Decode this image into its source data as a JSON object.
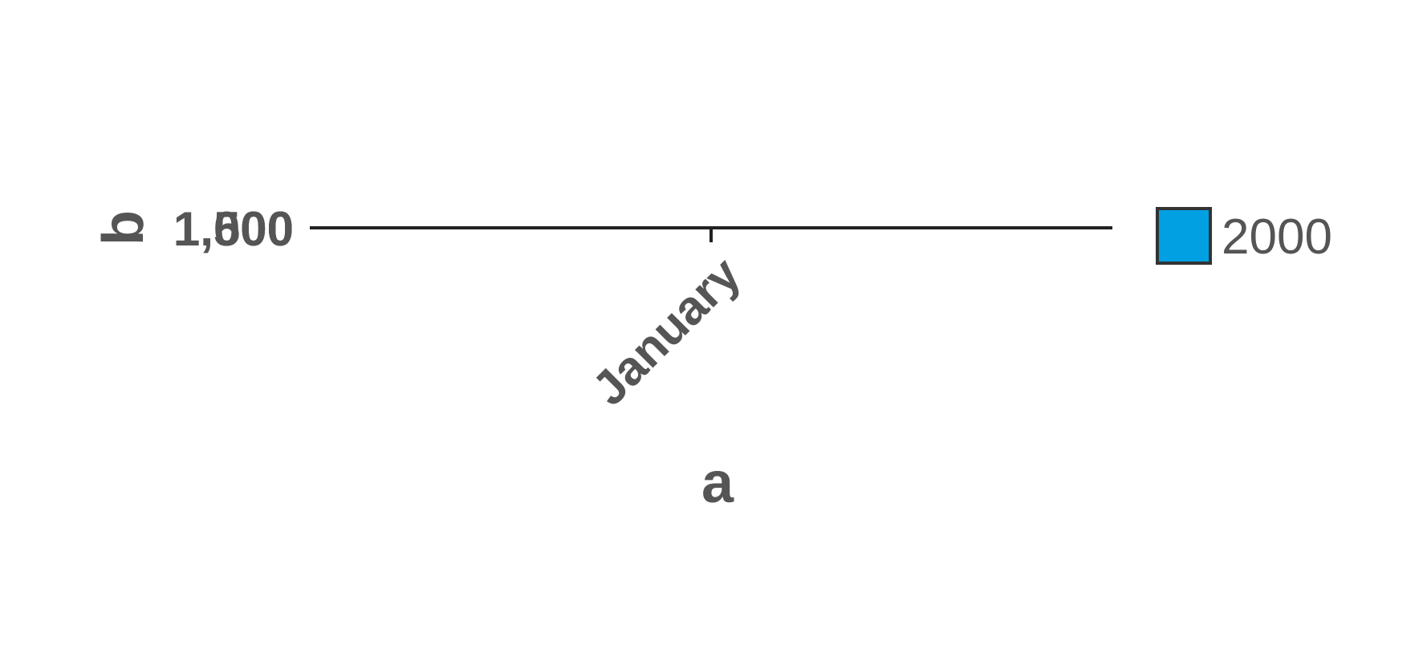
{
  "chart_data": {
    "type": "bar",
    "categories": [
      "January"
    ],
    "series": [
      {
        "name": "2000",
        "values": [
          0
        ],
        "color": "#00a0e2"
      }
    ],
    "xlabel": "a",
    "ylabel": "b",
    "y_tick_labels": [
      "1,500",
      "1,000",
      "500",
      "0"
    ],
    "legend": "right",
    "grid": false
  }
}
